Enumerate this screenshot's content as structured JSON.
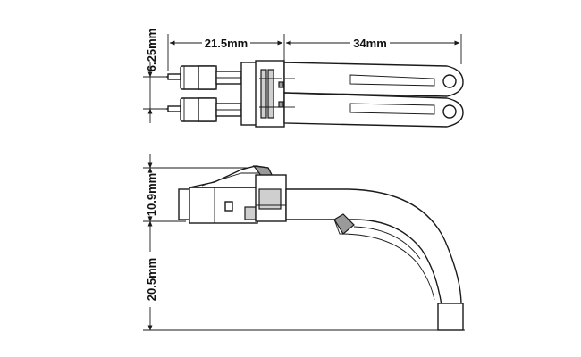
{
  "dimensions": {
    "top_width_left": "21.5mm",
    "top_width_right": "34mm",
    "top_height": "6.25mm",
    "side_height_upper": "10.9mm",
    "side_height_lower": "20.5mm"
  },
  "colors": {
    "line": "#1a1a1a",
    "shade_dark": "#9a9a9a",
    "shade_mid": "#cfcfcf",
    "background": "#ffffff"
  }
}
